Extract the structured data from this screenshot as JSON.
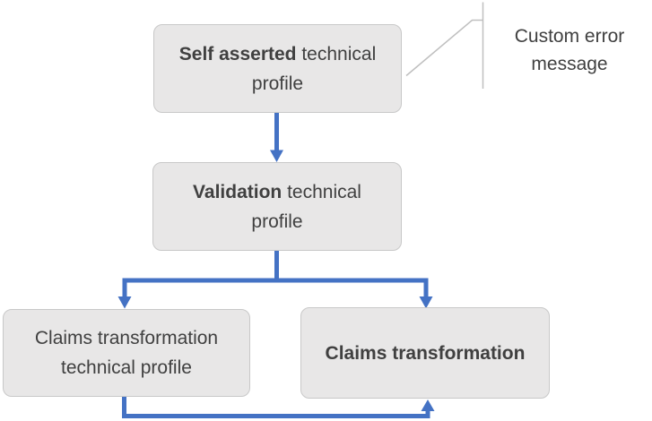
{
  "diagram": {
    "nodes": [
      {
        "id": "self-asserted-technical-profile",
        "bold": "Self asserted",
        "rest": " technical profile"
      },
      {
        "id": "validation-technical-profile",
        "bold": "Validation",
        "rest": " technical profile"
      },
      {
        "id": "claims-transformation-technical-profile",
        "bold": "",
        "rest": "Claims transformation technical profile"
      },
      {
        "id": "claims-transformation",
        "bold": "Claims transformation",
        "rest": ""
      }
    ],
    "callout": {
      "label": "Custom error message"
    },
    "edges": [
      {
        "from": "self-asserted-technical-profile",
        "to": "validation-technical-profile"
      },
      {
        "from": "validation-technical-profile",
        "to": "claims-transformation-technical-profile"
      },
      {
        "from": "validation-technical-profile",
        "to": "claims-transformation"
      },
      {
        "from": "claims-transformation-technical-profile",
        "to": "claims-transformation"
      }
    ],
    "colors": {
      "connector": "#4472C4",
      "node_fill": "#E8E7E7",
      "node_border": "#C8C8C8",
      "text": "#404040",
      "callout_line": "#BFBFBF"
    }
  }
}
